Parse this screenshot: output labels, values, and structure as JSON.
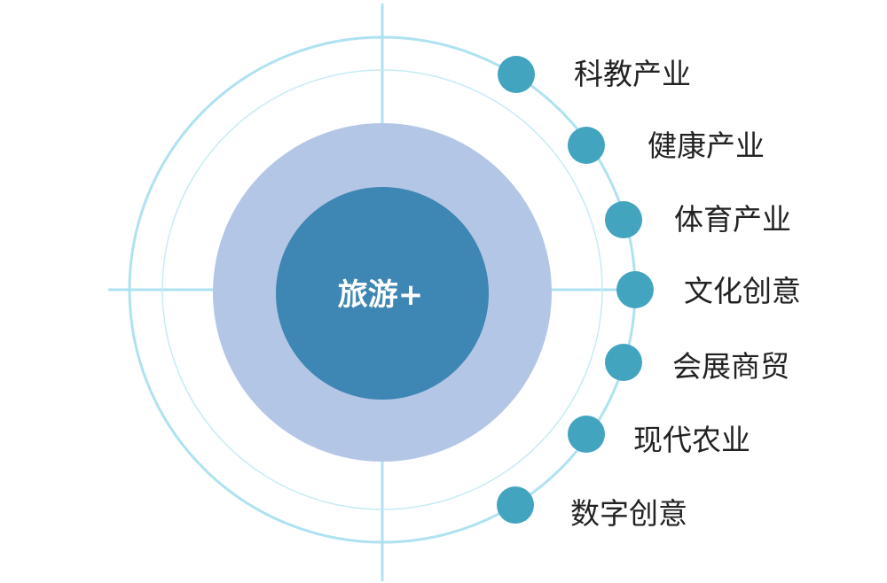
{
  "diagram": {
    "center_label": "旅游+",
    "items": [
      {
        "label": "科教产业"
      },
      {
        "label": "健康产业"
      },
      {
        "label": "体育产业"
      },
      {
        "label": "文化创意"
      },
      {
        "label": "会展商贸"
      },
      {
        "label": "现代农业"
      },
      {
        "label": "数字创意"
      }
    ]
  },
  "colors": {
    "crosshair": "#aee2f0",
    "outer_ring": "#aee2f0",
    "inner_ring": "#c6ebf4",
    "halo": "#b4c6e6",
    "core": "#3e86b4",
    "node": "#43a4c0",
    "label_text": "#222222",
    "center_text": "#ffffff"
  }
}
